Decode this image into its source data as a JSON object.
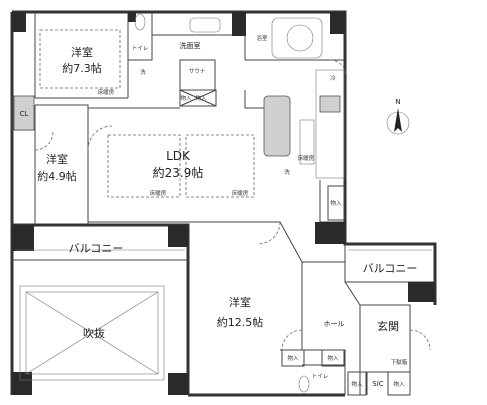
{
  "rooms": {
    "western1": {
      "name": "洋室",
      "size": "約7.3帖"
    },
    "western2": {
      "name": "洋室",
      "size": "約4.9帖"
    },
    "ldk": {
      "name": "LDK",
      "size": "約23.9帖"
    },
    "western3": {
      "name": "洋室",
      "size": "約12.5帖"
    },
    "washroom": "洗面室",
    "toilet_top": "トイレ",
    "bath": "浴室",
    "sauna": "サウナ",
    "closet": "CL",
    "balcony_left": "バルコニー",
    "balcony_right": "バルコニー",
    "atrium": "吹抜",
    "hall": "ホール",
    "entrance": "玄関",
    "sic": "SIC",
    "toilet_bottom": "トイレ"
  },
  "labels": {
    "floor_heating": "床暖房",
    "storage": "物入",
    "wash": "洗",
    "fridge": "冷",
    "shoe_box": "下駄箱"
  },
  "compass": {
    "letter": "N"
  },
  "colors": {
    "wall": "#333333",
    "column": "#2a2a2a",
    "fixture": "#cfcfcf"
  }
}
